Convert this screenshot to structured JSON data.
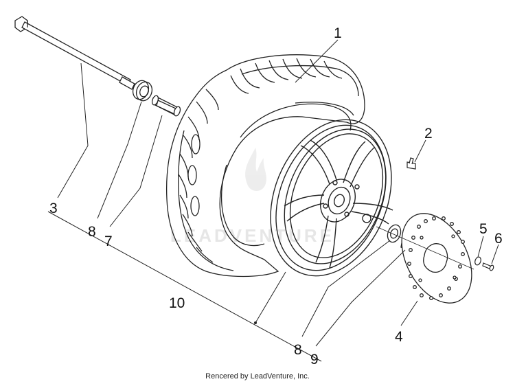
{
  "diagram": {
    "callouts": [
      {
        "id": "1",
        "label": "1"
      },
      {
        "id": "2",
        "label": "2"
      },
      {
        "id": "3",
        "label": "3"
      },
      {
        "id": "4",
        "label": "4"
      },
      {
        "id": "5",
        "label": "5"
      },
      {
        "id": "6",
        "label": "6"
      },
      {
        "id": "7",
        "label": "7"
      },
      {
        "id": "8a",
        "label": "8"
      },
      {
        "id": "8b",
        "label": "8"
      },
      {
        "id": "9",
        "label": "9"
      },
      {
        "id": "10",
        "label": "10"
      }
    ],
    "watermark": "LEADVENTURE",
    "credit": "Rencered by LeadVenture, Inc."
  }
}
